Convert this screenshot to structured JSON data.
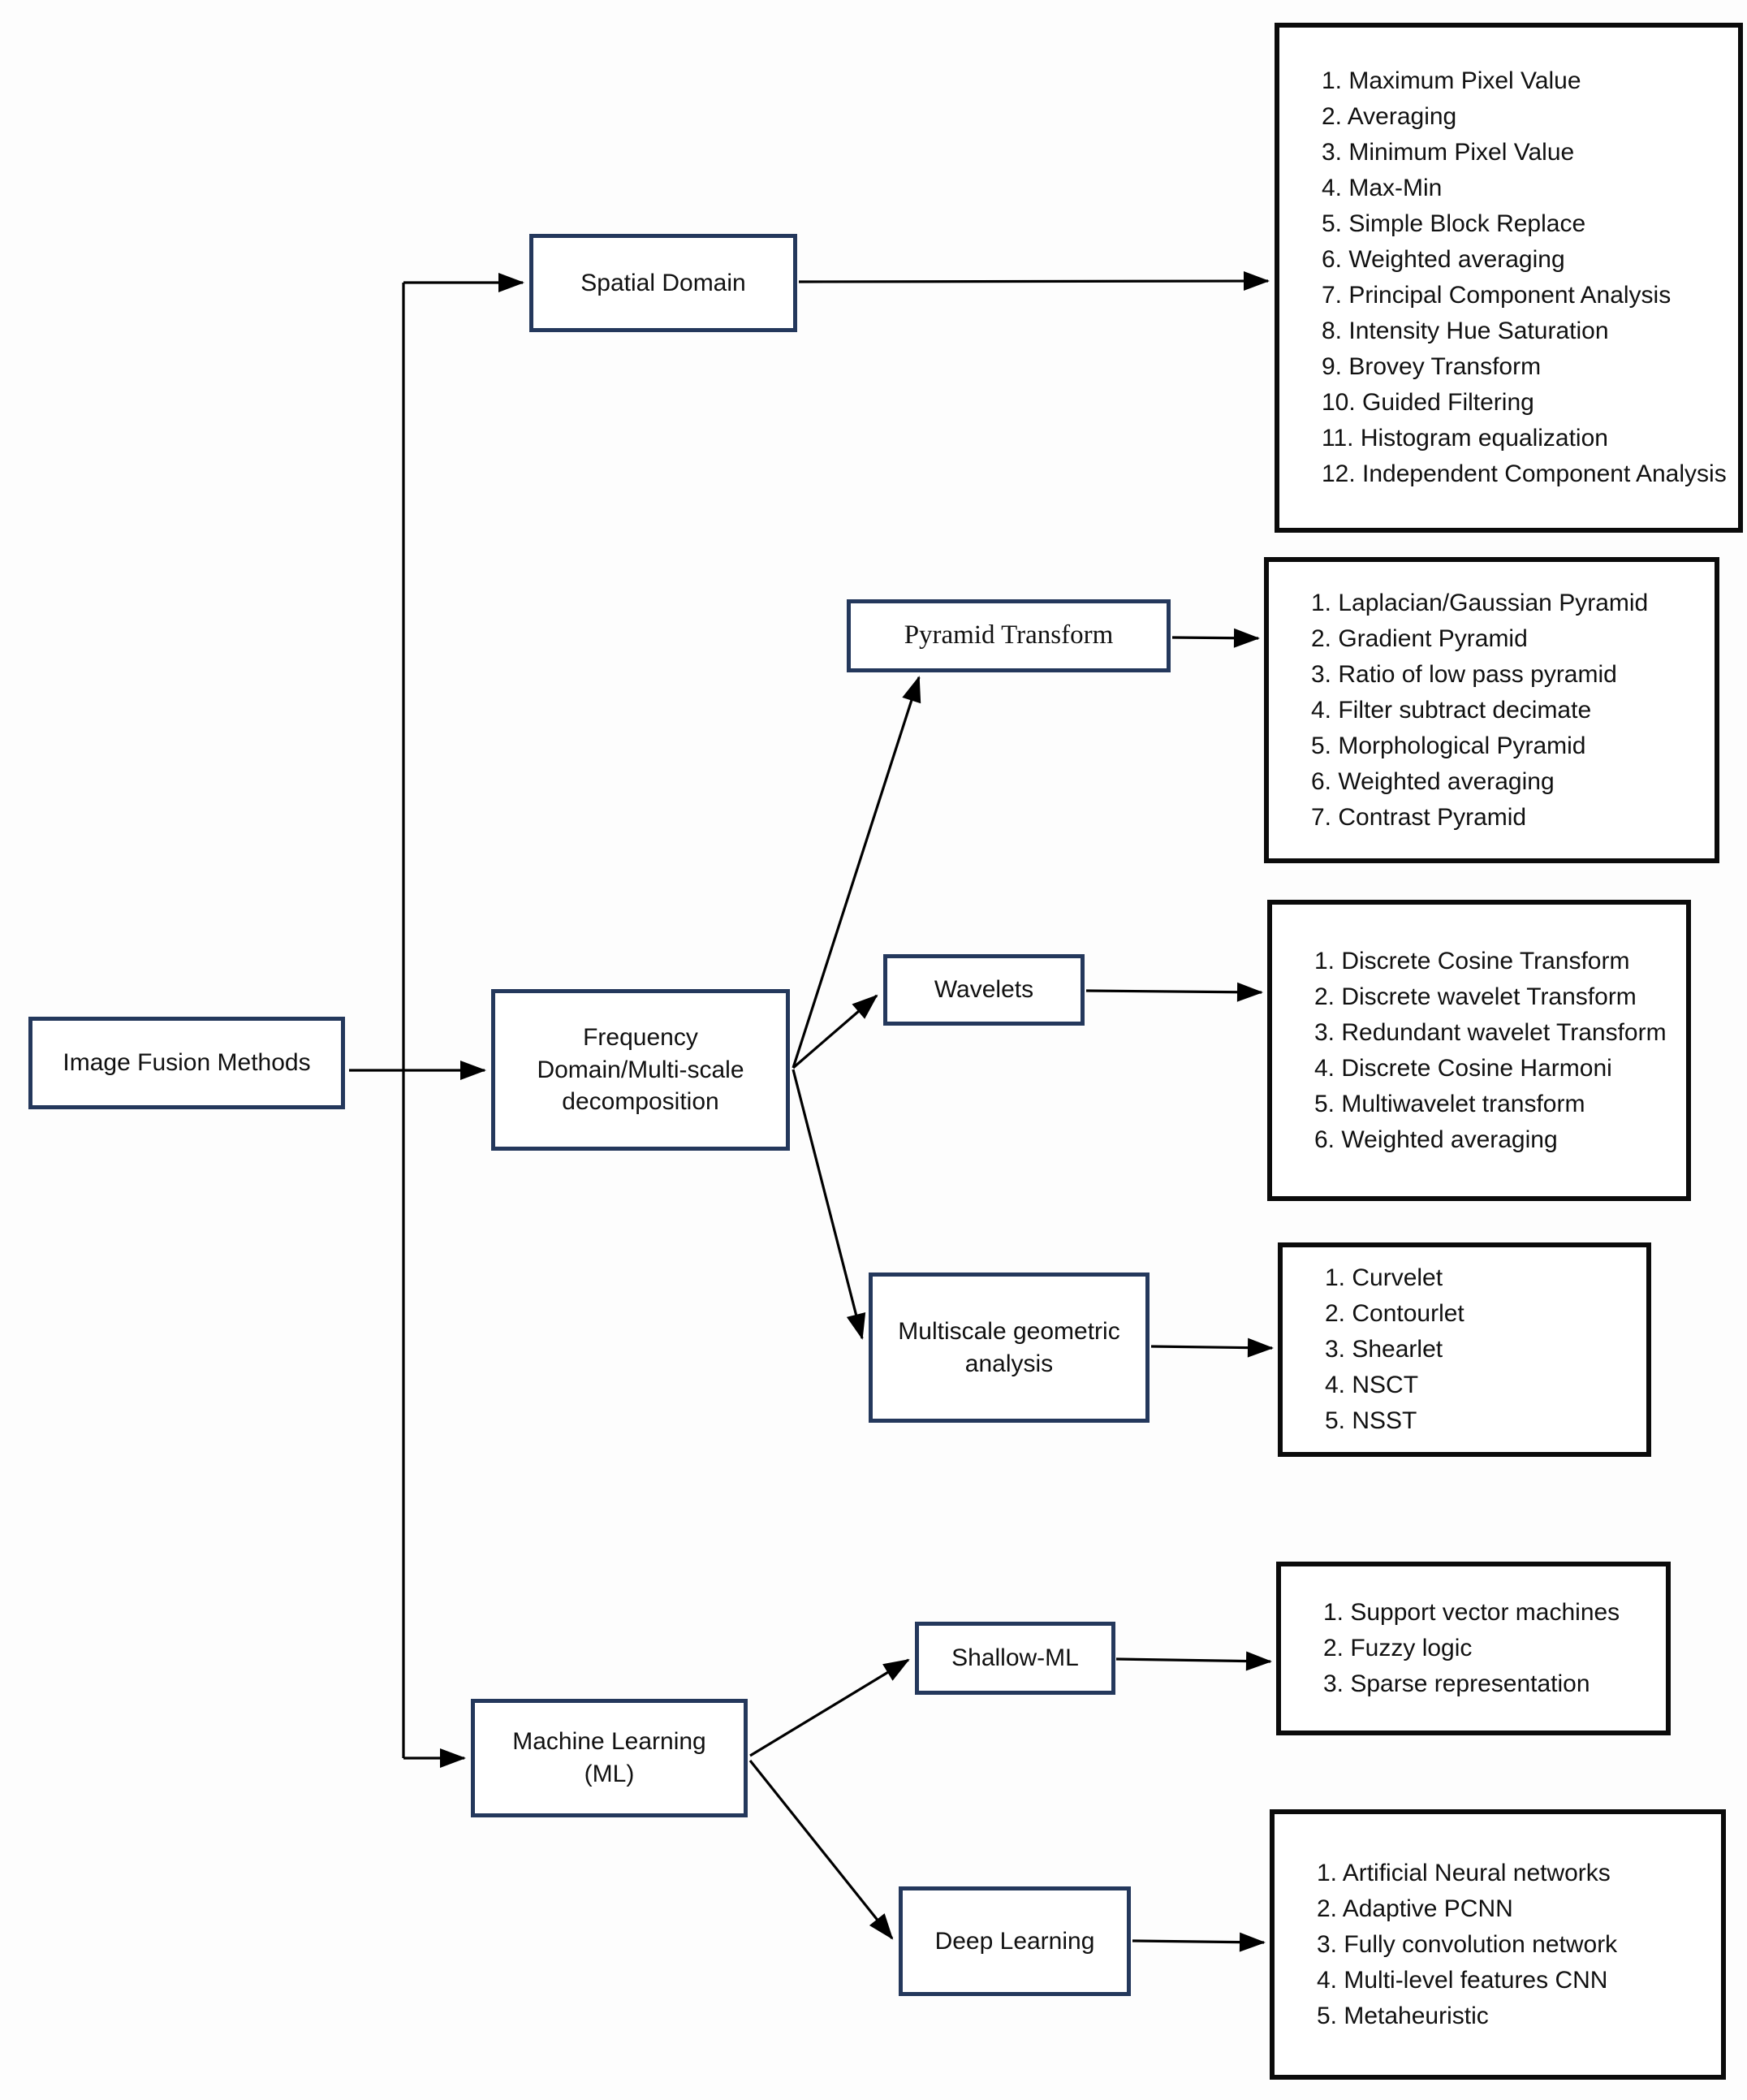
{
  "colors": {
    "node_border": "#24385c",
    "list_border": "#0b0b0b",
    "connector": "#000000",
    "background": "#fdfdfd",
    "text": "#111111"
  },
  "nodes": {
    "root": "Image Fusion Methods",
    "spatial_domain": "Spatial Domain",
    "frequency_domain": "Frequency\nDomain/Multi-scale\ndecomposition",
    "machine_learning": "Machine Learning\n(ML)",
    "pyramid_transform": "Pyramid Transform",
    "wavelets": "Wavelets",
    "multiscale_geometric": "Multiscale geometric\nanalysis",
    "shallow_ml": "Shallow-ML",
    "deep_learning": "Deep Learning"
  },
  "lists": {
    "spatial_methods": [
      "1. Maximum Pixel Value",
      "2. Averaging",
      "3. Minimum Pixel Value",
      "4. Max-Min",
      "5. Simple Block Replace",
      "6. Weighted averaging",
      "7. Principal Component Analysis",
      "8. Intensity Hue Saturation",
      "9. Brovey Transform",
      "10. Guided Filtering",
      "11. Histogram equalization",
      "12. Independent Component Analysis"
    ],
    "pyramid_methods": [
      "1. Laplacian/Gaussian Pyramid",
      "2. Gradient Pyramid",
      "3. Ratio of low pass pyramid",
      "4. Filter subtract decimate",
      "5. Morphological Pyramid",
      "6. Weighted averaging",
      "7. Contrast Pyramid"
    ],
    "wavelet_methods": [
      "1. Discrete Cosine Transform",
      "2. Discrete wavelet Transform",
      "3. Redundant wavelet Transform",
      "4. Discrete Cosine Harmoni",
      "5. Multiwavelet transform",
      "6. Weighted averaging"
    ],
    "multiscale_methods": [
      "1. Curvelet",
      "2. Contourlet",
      "3. Shearlet",
      "4. NSCT",
      "5. NSST"
    ],
    "shallow_methods": [
      "1. Support vector machines",
      "2. Fuzzy logic",
      "3. Sparse representation"
    ],
    "deep_methods": [
      "1. Artificial Neural networks",
      "2. Adaptive PCNN",
      "3. Fully convolution network",
      "4. Multi-level features CNN",
      "5. Metaheuristic"
    ]
  }
}
